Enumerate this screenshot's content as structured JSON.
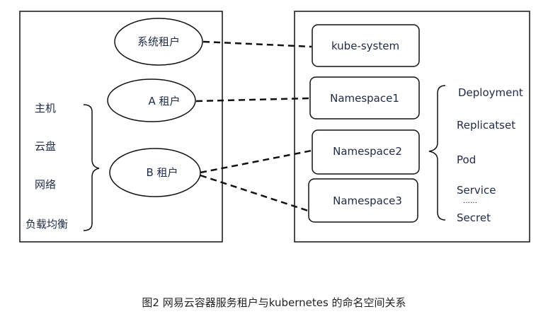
{
  "tenants": {
    "system": "系统租户",
    "a": "A  租户",
    "b": "B 租户"
  },
  "resources": [
    "主机",
    "云盘",
    "网络",
    "负载均衡"
  ],
  "namespaces": {
    "system": "kube-system",
    "ns1": "Namespace1",
    "ns2": "Namespace2",
    "ns3": "Namespace3"
  },
  "workloads": [
    "Deployment",
    "Replicatset",
    "Pod",
    "Service",
    "……",
    "Secret"
  ],
  "caption": "图2 网易云容器服务租户与kubernetes 的命名空间关系",
  "colors": {
    "stroke": "#111111",
    "text": "#1f2a44"
  }
}
